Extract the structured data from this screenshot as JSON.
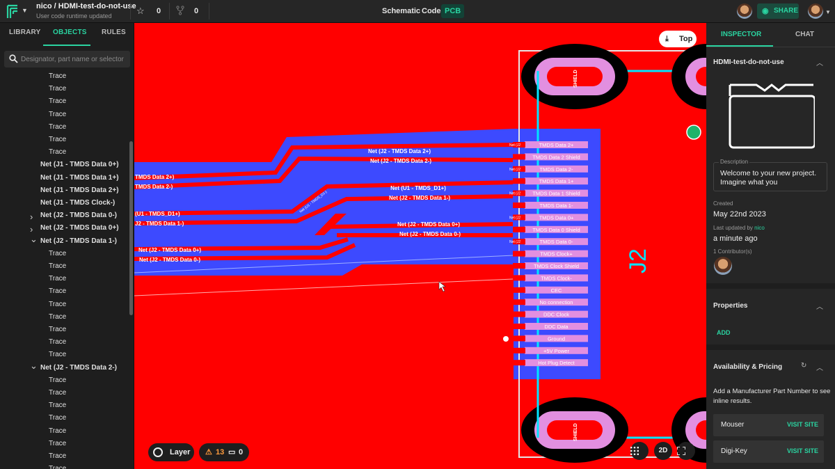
{
  "topbar": {
    "owner_project": "nico / HDMI-test-do-not-use",
    "status": "User code runtime updated",
    "star_count": "0",
    "fork_count": "0",
    "view_tabs": [
      "Schematic",
      "Code",
      "PCB"
    ],
    "share_label": "SHARE"
  },
  "left": {
    "tabs": [
      "LIBRARY",
      "OBJECTS",
      "RULES"
    ],
    "search_placeholder": "Designator, part name or selector",
    "tree": [
      {
        "label": "Trace",
        "level": 2
      },
      {
        "label": "Trace",
        "level": 2
      },
      {
        "label": "Trace",
        "level": 2
      },
      {
        "label": "Trace",
        "level": 2
      },
      {
        "label": "Trace",
        "level": 2
      },
      {
        "label": "Trace",
        "level": 2
      },
      {
        "label": "Trace",
        "level": 2
      },
      {
        "label": "Net (J1 - TMDS Data 0+)",
        "level": 1
      },
      {
        "label": "Net (J1 - TMDS Data 1+)",
        "level": 1
      },
      {
        "label": "Net (J1 - TMDS Data 2+)",
        "level": 1
      },
      {
        "label": "Net (J1 - TMDS Clock-)",
        "level": 1
      },
      {
        "label": "Net (J2 - TMDS Data 0-)",
        "level": 1,
        "chevron": "right"
      },
      {
        "label": "Net (J2 - TMDS Data 0+)",
        "level": 1,
        "chevron": "right"
      },
      {
        "label": "Net (J2 - TMDS Data 1-)",
        "level": 1,
        "chevron": "down"
      },
      {
        "label": "Trace",
        "level": 2
      },
      {
        "label": "Trace",
        "level": 2
      },
      {
        "label": "Trace",
        "level": 2
      },
      {
        "label": "Trace",
        "level": 2
      },
      {
        "label": "Trace",
        "level": 2
      },
      {
        "label": "Trace",
        "level": 2
      },
      {
        "label": "Trace",
        "level": 2
      },
      {
        "label": "Trace",
        "level": 2
      },
      {
        "label": "Trace",
        "level": 2
      },
      {
        "label": "Net (J2 - TMDS Data 2-)",
        "level": 1,
        "chevron": "down"
      },
      {
        "label": "Trace",
        "level": 2
      },
      {
        "label": "Trace",
        "level": 2
      },
      {
        "label": "Trace",
        "level": 2
      },
      {
        "label": "Trace",
        "level": 2
      },
      {
        "label": "Trace",
        "level": 2
      },
      {
        "label": "Trace",
        "level": 2
      },
      {
        "label": "Trace",
        "level": 2
      },
      {
        "label": "Trace",
        "level": 2
      }
    ]
  },
  "canvas": {
    "top_button": "Top",
    "designator": "J2",
    "shield_label": "SHIELD",
    "layer_label": "Layer",
    "warning_count": "13",
    "comment_count": "0",
    "view_2d": "2D",
    "pins": [
      "TMDS Data 2+",
      "TMDS Data 2 Shield",
      "TMDS Data 2-",
      "TMDS Data 1+",
      "TMDS Data 1 Shield",
      "TMDS Data 1-",
      "TMDS Data 0+",
      "TMDS Data 0 Shield",
      "TMDS Data 0-",
      "TMDS Clock+",
      "TMDS Clock Shield",
      "TMDS Clock-",
      "CEC",
      "No connection",
      "DDC Clock",
      "DDC Data",
      "Ground",
      "+5V Power",
      "Hot Plug Detect"
    ],
    "net_labels": [
      {
        "text": "Net (J2 - TMDS Data 2+)"
      },
      {
        "text": "Net (J2 - TMDS Data 2-)"
      },
      {
        "text": "TMDS Data 2+)"
      },
      {
        "text": "TMDS Data 2-)"
      },
      {
        "text": "Net (U1 - TMDS_D1+)"
      },
      {
        "text": "Net (J2 - TMDS Data 1-)"
      },
      {
        "text": "(U1 - TMDS_D1+)"
      },
      {
        "text": "J2 - TMDS Data 1-)"
      },
      {
        "text": "Net (J2 - TMDS Data 0+)"
      },
      {
        "text": "Net (J2 - TMDS Data 0-)"
      },
      {
        "text": "Net (J2 - TMDS Data 0+)"
      },
      {
        "text": "Net (J2 - TMDS Data 0-)"
      }
    ],
    "pin_net_tag": "Net (J2",
    "diag_label": "Net (U1 - TMDS_D1-)",
    "colors": {
      "board": "#ff0000",
      "copper": "#3d4aff",
      "outline": "#00e5ff",
      "pad": "#e28fe0"
    }
  },
  "inspector": {
    "tabs": [
      "INSPECTOR",
      "CHAT"
    ],
    "project_name": "HDMI-test-do-not-use",
    "description_label": "Description",
    "description": "Welcome to your new project. Imagine what you",
    "created_label": "Created",
    "created": "May 22nd 2023",
    "updated_label_prefix": "Last updated by",
    "updated_by": "nico",
    "updated": "a minute ago",
    "contributors_label": "1 Contributor(s)",
    "properties_title": "Properties",
    "add_label": "ADD",
    "availability_title": "Availability & Pricing",
    "availability_text": "Add a Manufacturer Part Number to see inline results.",
    "vendors": [
      {
        "name": "Mouser",
        "action": "VISIT SITE"
      },
      {
        "name": "Digi-Key",
        "action": "VISIT SITE"
      }
    ],
    "accent": "#2ad4a1"
  }
}
